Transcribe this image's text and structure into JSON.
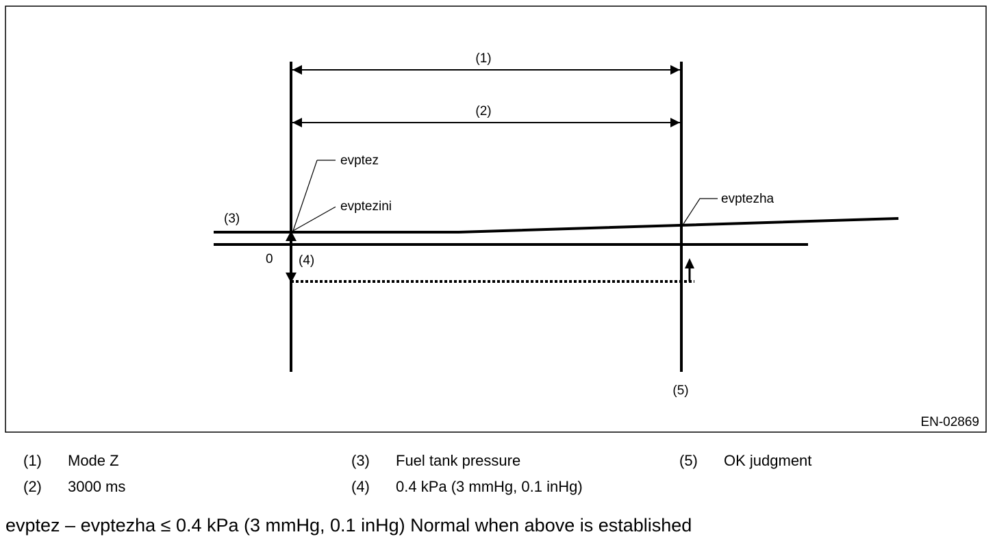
{
  "diagram": {
    "figure_id": "EN-02869",
    "labels": {
      "mode_span": "(1)",
      "time_span": "(2)",
      "pressure_line": "(3)",
      "threshold": "(4)",
      "judgment": "(5)",
      "zero": "0",
      "evptez": "evptez",
      "evptezini": "evptezini",
      "evptezha": "evptezha"
    }
  },
  "legend": [
    {
      "num": "(1)",
      "text": "Mode Z"
    },
    {
      "num": "(2)",
      "text": "3000 ms"
    },
    {
      "num": "(3)",
      "text": "Fuel tank pressure"
    },
    {
      "num": "(4)",
      "text": "0.4 kPa (3 mmHg, 0.1 inHg)"
    },
    {
      "num": "(5)",
      "text": "OK judgment"
    }
  ],
  "caption": "evptez – evptezha ≤ 0.4 kPa (3 mmHg, 0.1 inHg) Normal when above is established"
}
